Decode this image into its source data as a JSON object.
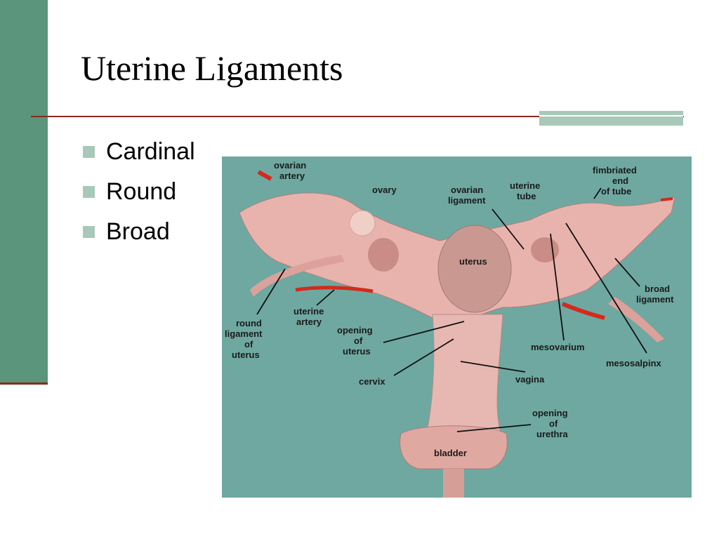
{
  "slide": {
    "title": "Uterine Ligaments",
    "bullets": [
      "Cardinal",
      "Round",
      "Broad"
    ]
  },
  "figure": {
    "labels": {
      "ovarian_artery": [
        "ovarian",
        "artery"
      ],
      "ovary": [
        "ovary"
      ],
      "ovarian_ligament": [
        "ovarian",
        "ligament"
      ],
      "uterine_tube": [
        "uterine",
        "tube"
      ],
      "fimbriated_end": [
        "fimbriated",
        "end",
        "of tube"
      ],
      "uterus": [
        "uterus"
      ],
      "broad_ligament": [
        "broad",
        "ligament"
      ],
      "round_ligament": [
        "round",
        "ligament",
        "of",
        "uterus"
      ],
      "uterine_artery": [
        "uterine",
        "artery"
      ],
      "opening_of_uterus": [
        "opening",
        "of",
        "uterus"
      ],
      "cervix": [
        "cervix"
      ],
      "mesovarium": [
        "mesovarium"
      ],
      "mesosalpinx": [
        "mesosalpinx"
      ],
      "vagina": [
        "vagina"
      ],
      "opening_of_urethra": [
        "opening",
        "of",
        "urethra"
      ],
      "bladder": [
        "bladder"
      ]
    }
  },
  "colors": {
    "sidebar": "#5b957c",
    "rule": "#8b2a22",
    "accent": "#a8c9b9",
    "figure_bg": "#6ea8a1",
    "tissue": "#e9b3ad",
    "artery": "#d42a1c"
  }
}
